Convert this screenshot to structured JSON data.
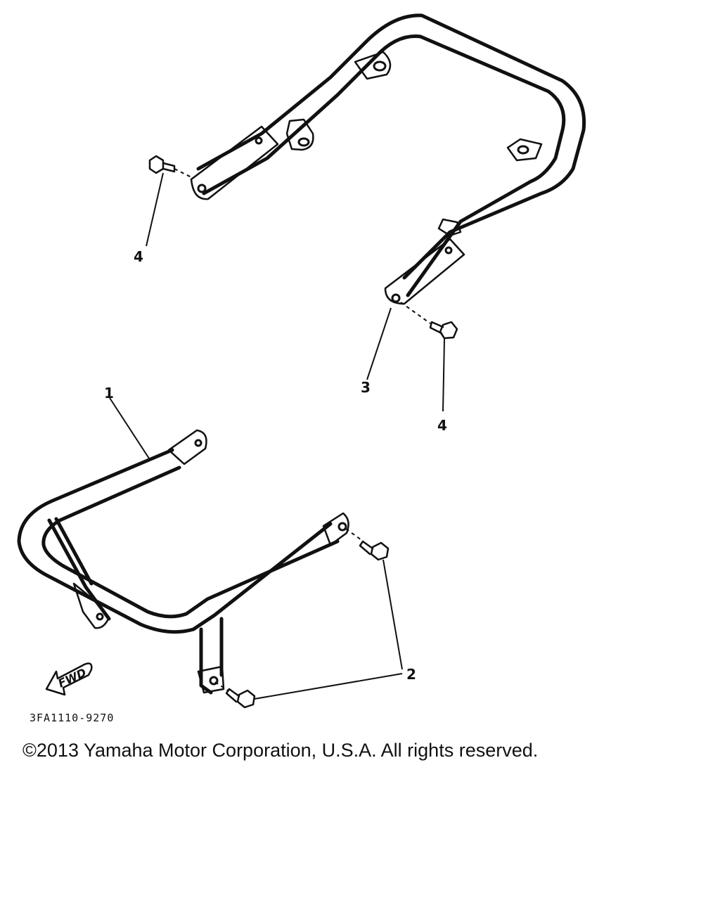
{
  "diagram": {
    "callouts": {
      "c1": "1",
      "c2": "2",
      "c3": "3",
      "c4a": "4",
      "c4b": "4"
    },
    "fwd_label": "FWD",
    "drawing_code": "3FA1110-9270",
    "copyright": "©2013 Yamaha Motor Corporation, U.S.A. All rights reserved."
  }
}
